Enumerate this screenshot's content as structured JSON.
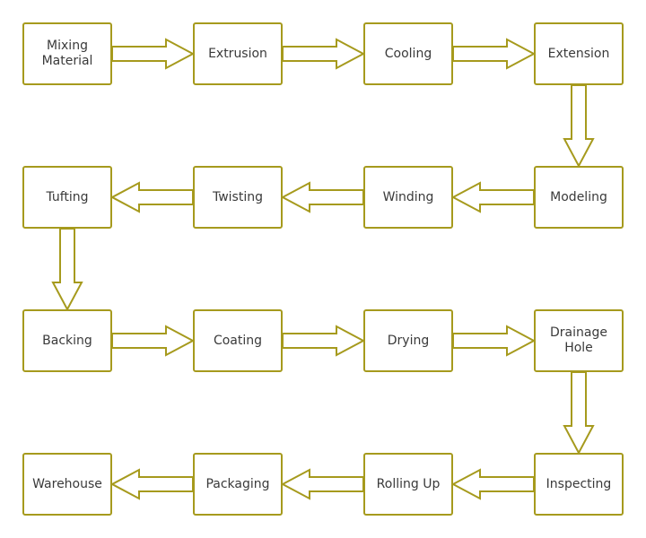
{
  "colors": {
    "stroke": "#a69a1d",
    "fill": "#ffffff",
    "text": "#3a3a3a"
  },
  "steps": [
    {
      "id": "mixing-material",
      "label": "Mixing\nMaterial"
    },
    {
      "id": "extrusion",
      "label": "Extrusion"
    },
    {
      "id": "cooling",
      "label": "Cooling"
    },
    {
      "id": "extension",
      "label": "Extension"
    },
    {
      "id": "modeling",
      "label": "Modeling"
    },
    {
      "id": "winding",
      "label": "Winding"
    },
    {
      "id": "twisting",
      "label": "Twisting"
    },
    {
      "id": "tufting",
      "label": "Tufting"
    },
    {
      "id": "backing",
      "label": "Backing"
    },
    {
      "id": "coating",
      "label": "Coating"
    },
    {
      "id": "drying",
      "label": "Drying"
    },
    {
      "id": "drainage-hole",
      "label": "Drainage\nHole"
    },
    {
      "id": "inspecting",
      "label": "Inspecting"
    },
    {
      "id": "rolling-up",
      "label": "Rolling Up"
    },
    {
      "id": "packaging",
      "label": "Packaging"
    },
    {
      "id": "warehouse",
      "label": "Warehouse"
    }
  ],
  "connections": [
    {
      "from": "mixing-material",
      "to": "extrusion"
    },
    {
      "from": "extrusion",
      "to": "cooling"
    },
    {
      "from": "cooling",
      "to": "extension"
    },
    {
      "from": "extension",
      "to": "modeling"
    },
    {
      "from": "modeling",
      "to": "winding"
    },
    {
      "from": "winding",
      "to": "twisting"
    },
    {
      "from": "twisting",
      "to": "tufting"
    },
    {
      "from": "tufting",
      "to": "backing"
    },
    {
      "from": "backing",
      "to": "coating"
    },
    {
      "from": "coating",
      "to": "drying"
    },
    {
      "from": "drying",
      "to": "drainage-hole"
    },
    {
      "from": "drainage-hole",
      "to": "inspecting"
    },
    {
      "from": "inspecting",
      "to": "rolling-up"
    },
    {
      "from": "rolling-up",
      "to": "packaging"
    },
    {
      "from": "packaging",
      "to": "warehouse"
    }
  ]
}
